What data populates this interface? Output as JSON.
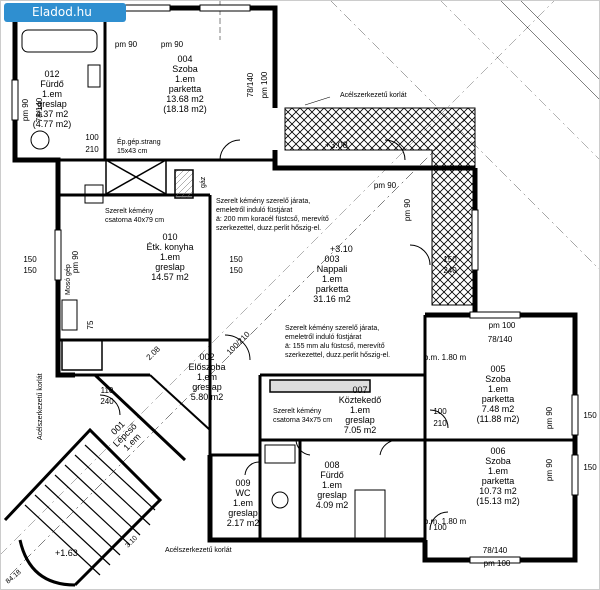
{
  "watermark": "Eladod.hu",
  "rooms": [
    {
      "id": "r004",
      "lines": [
        "004",
        "Szoba",
        "1.em",
        "parketta",
        "13.68 m2",
        "(18.18 m2)"
      ]
    },
    {
      "id": "r012",
      "lines": [
        "012",
        "Fürdő",
        "1.em",
        "greslap",
        "4.37 m2",
        "(4.77 m2)"
      ]
    },
    {
      "id": "r010",
      "lines": [
        "010",
        "Étk. konyha",
        "1.em",
        "greslap",
        "14.57 m2"
      ]
    },
    {
      "id": "r003",
      "lines": [
        "003",
        "Nappali",
        "1.em",
        "parketta",
        "31.16 m2"
      ]
    },
    {
      "id": "r002",
      "lines": [
        "002",
        "Előszoba",
        "1.em",
        "greslap",
        "5.80 m2"
      ]
    },
    {
      "id": "r007",
      "lines": [
        "007",
        "Köztekedő",
        "1.em",
        "greslap",
        "7.05 m2"
      ]
    },
    {
      "id": "r005",
      "lines": [
        "005",
        "Szoba",
        "1.em",
        "parketta",
        "7.48 m2",
        "(11.88 m2)"
      ]
    },
    {
      "id": "r006",
      "lines": [
        "006",
        "Szoba",
        "1.em",
        "parketta",
        "10.73 m2",
        "(15.13 m2)"
      ]
    },
    {
      "id": "r008",
      "lines": [
        "008",
        "Fürdő",
        "1.em",
        "greslap",
        "4.09 m2"
      ]
    },
    {
      "id": "r009",
      "lines": [
        "009",
        "WC",
        "1.em",
        "greslap",
        "2.17 m2"
      ]
    },
    {
      "id": "r001",
      "lines": [
        "001",
        "Lépcső",
        "1.em"
      ]
    }
  ],
  "notes": {
    "railing_top": "Acélszerkezetű korlát",
    "railing_left": "Acélszerkezetű korlát",
    "railing_bottom": "Acélszerkezetű korlát",
    "pipe": "Ép.gép.strang",
    "pipe_size": "15x43 cm",
    "duct1": "Szerelt kémény",
    "duct1_size": "csatorna 40x79 cm",
    "duct2": "Szerelt kémény",
    "duct2_size": "csatorna 34x75 cm",
    "chimney1": [
      "Szerelt kémény szerelő járata,",
      "emeletről induló füstjárat",
      "ä: 200 mm koracél füstcső, merevítő",
      "szerkezettel, duzz.perlit hőszig-el."
    ],
    "chimney2": [
      "Szerelt kémény szerelő járata,",
      "emeletről induló füstjárat",
      "ä: 155 mm alu füstcső, merevítő",
      "szerkezettel, duzz.perlit hőszig-el."
    ],
    "level_plus310": "+3.10",
    "level_plus308": "+3.08",
    "level_plus163": "+1.63",
    "gas": "gáz",
    "meter": "Mosó gép",
    "dim_8418": "84.18",
    "dim_310": "3.10"
  },
  "labels": {
    "pm90": "pm 90",
    "pm100": "pm 100",
    "bm180": "b.m. 1.80 m",
    "w78140": "78/140",
    "d100": "100",
    "d210": "210",
    "d90": "90",
    "d150": "150",
    "d240": "240",
    "d110": "110",
    "d75": "75",
    "d208": "2.08",
    "d100210": "100/210"
  }
}
